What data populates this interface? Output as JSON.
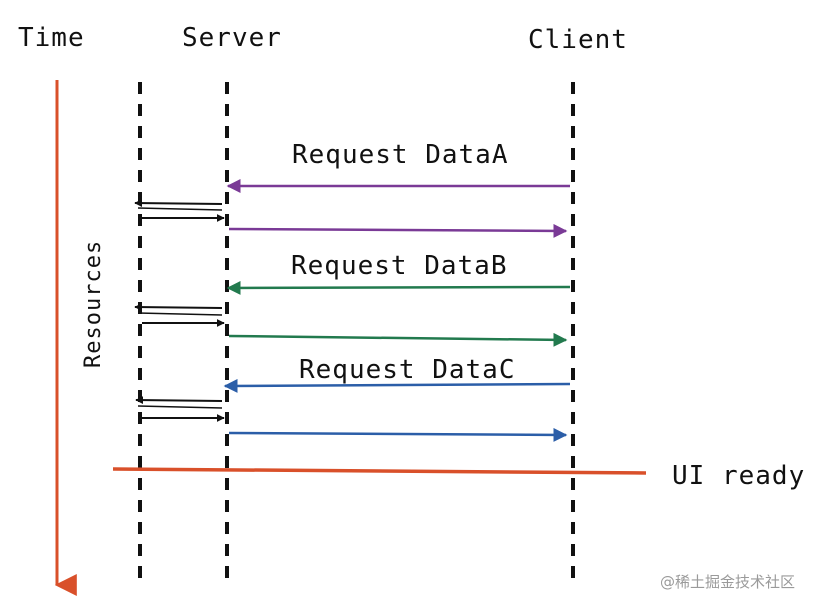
{
  "labels": {
    "time": "Time",
    "server": "Server",
    "client": "Client",
    "resources": "Resources",
    "ui_ready": "UI ready",
    "watermark": "@稀土掘金技术社区"
  },
  "requests": [
    {
      "label": "Request DataA",
      "color": "#7a3a96"
    },
    {
      "label": "Request DataB",
      "color": "#227a4e"
    },
    {
      "label": "Request DataC",
      "color": "#2b5ea8"
    }
  ],
  "colors": {
    "time_axis": "#d9502a",
    "ui_ready_line": "#d9502a",
    "lifeline": "#111111",
    "resource_arrow": "#111111"
  }
}
